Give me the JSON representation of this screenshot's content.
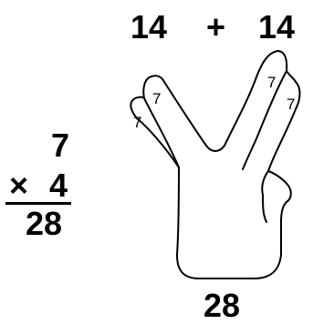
{
  "top_sum": {
    "left_addend": "14",
    "operator": "+",
    "right_addend": "14"
  },
  "multiplication": {
    "multiplicand": "7",
    "multiplier_sign": "×",
    "multiplier": "4",
    "product": "28"
  },
  "finger_labels": [
    "7",
    "7",
    "7",
    "7"
  ],
  "total": "28",
  "colors": {
    "ink": "#000000",
    "background": "#ffffff"
  }
}
